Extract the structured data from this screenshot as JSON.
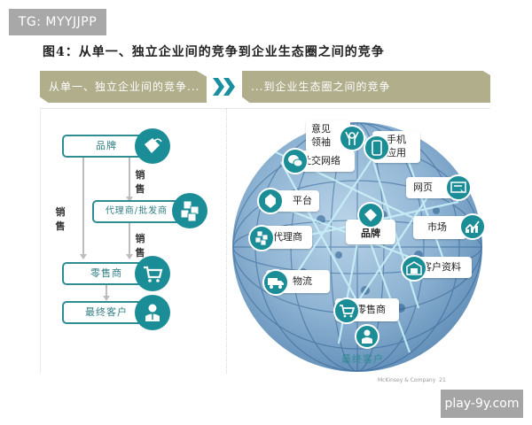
{
  "watermarks": {
    "top_left": "TG: MYYJJPP",
    "bottom_right": "play-9y.com"
  },
  "figure": {
    "title": "图4：从单一、独立企业间的竞争到企业生态圈之间的竞争"
  },
  "banners": {
    "left": "从单一、独立企业间的竞争...",
    "right": "...到企业生态圈之间的竞争",
    "chevron_icon": "double-chevron-right-icon"
  },
  "left_panel": {
    "nodes": [
      {
        "label": "品牌",
        "icon": "tag-icon"
      },
      {
        "label": "代理商/批发商",
        "icon": "cubes-icon"
      },
      {
        "label": "零售商",
        "icon": "shopping-cart-icon"
      },
      {
        "label": "最终客户",
        "icon": "person-icon"
      }
    ],
    "edge_labels": {
      "brand_to_agent": "销售",
      "agent_to_retail": "销售",
      "brand_to_retail": "销售"
    }
  },
  "right_panel": {
    "nodes": [
      {
        "label": "意见领袖",
        "line1": "意见",
        "line2": "领袖",
        "icon": "cheering-person-icon"
      },
      {
        "label": "手机应用",
        "line1": "手机",
        "line2": "应用",
        "icon": "mobile-phone-icon"
      },
      {
        "label": "社交网络",
        "icon": "wechat-icon"
      },
      {
        "label": "网页",
        "icon": "web-browser-icon"
      },
      {
        "label": "平台",
        "icon": "platform-icon"
      },
      {
        "label": "品牌",
        "icon": "tag-icon"
      },
      {
        "label": "市场",
        "icon": "growth-chart-icon"
      },
      {
        "label": "代理商",
        "icon": "cubes-icon"
      },
      {
        "label": "客户资料",
        "icon": "warehouse-icon"
      },
      {
        "label": "物流",
        "icon": "truck-icon"
      },
      {
        "label": "零售商",
        "icon": "shopping-cart-icon"
      }
    ],
    "final_customer": {
      "label": "最终客户",
      "icon": "person-icon"
    }
  },
  "footer": {
    "source": "McKinsey & Company",
    "page": "21"
  },
  "colors": {
    "teal": "#1b8d96",
    "banner": "#b1ae8c",
    "chevron": "#1a8fa0",
    "globe": "#8fb4d3",
    "link": "#bfe8f2"
  }
}
